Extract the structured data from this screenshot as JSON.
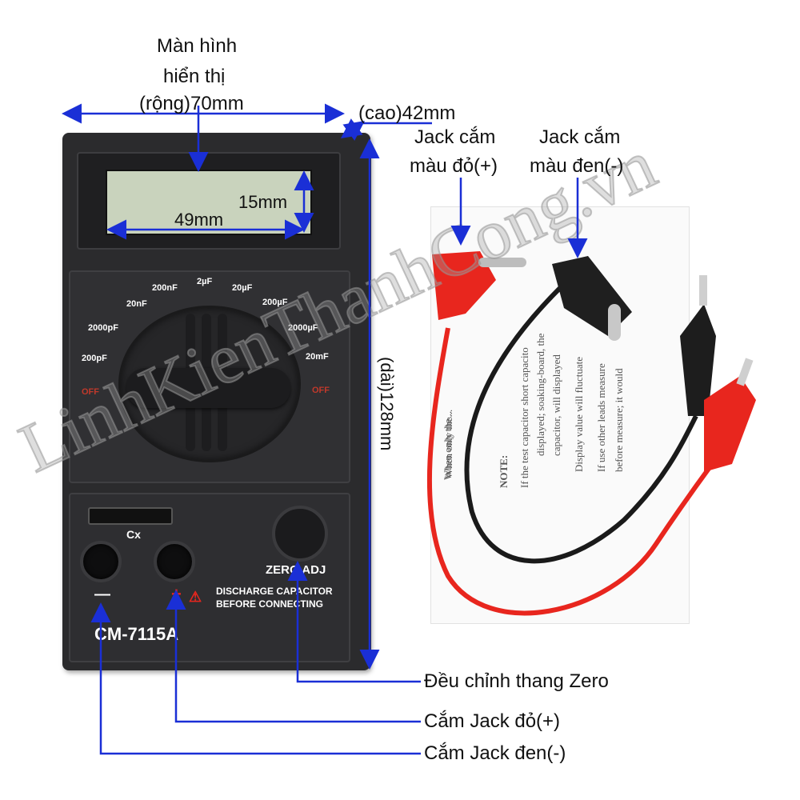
{
  "labels": {
    "display_title_1": "Màn hình",
    "display_title_2": "hiển thị",
    "width": "(rộng)70mm",
    "height": "(cao)42mm",
    "screen_height": "15mm",
    "screen_width": "49mm",
    "length": "(dài)128mm",
    "red_jack_1": "Jack cắm",
    "red_jack_2": "màu đỏ(+)",
    "black_jack_1": "Jack cắm",
    "black_jack_2": "màu đen(-)",
    "zero_adjust": "Đều chỉnh thang Zero",
    "plug_red": "Cắm Jack đỏ(+)",
    "plug_black": "Cắm Jack đen(-)"
  },
  "meter": {
    "ranges": [
      "200pF",
      "2000pF",
      "20nF",
      "200nF",
      "2µF",
      "20µF",
      "200µF",
      "2000µF",
      "20mF"
    ],
    "off_left": "OFF",
    "off_right": "OFF",
    "cx_label": "Cx",
    "zero_adj": "ZERO ADJ",
    "discharge_1": "DISCHARGE CAPACITOR",
    "discharge_2": "BEFORE CONNECTING",
    "minus_sign": "—",
    "plus_sign": "+",
    "model": "CM-7115A"
  },
  "manual_lines": [
    "When only the...",
    "NOTE:",
    "If the test capacitor short capacito",
    "displayed; soaking-board, the",
    "capacitor, will displayed",
    "Display value will fluctuate",
    "If use other leads measure",
    "before measure; it would"
  ],
  "watermark": "LinhKienThanhCong.vn",
  "colors": {
    "arrow": "#1a2fd6",
    "red_lead": "#e8261e",
    "black_lead": "#1a1a1a",
    "lcd": "#c9d3bd"
  }
}
